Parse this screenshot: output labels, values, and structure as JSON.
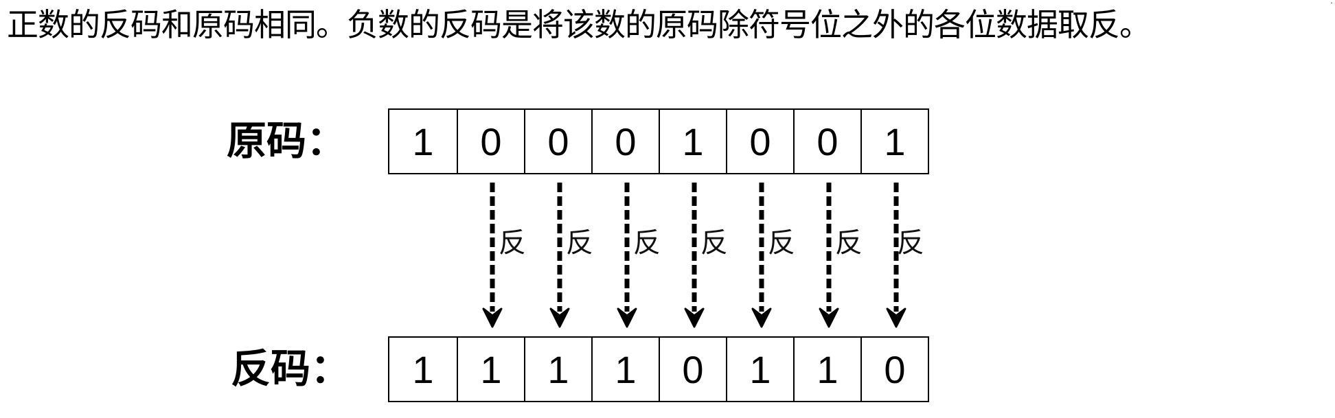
{
  "caption": "正数的反码和原码相同。负数的反码是将该数的原码除符号位之外的各位数据取反。",
  "original": {
    "label": "原码：",
    "bits": [
      "1",
      "0",
      "0",
      "0",
      "1",
      "0",
      "0",
      "1"
    ]
  },
  "ones_complement": {
    "label": "反码：",
    "bits": [
      "1",
      "1",
      "1",
      "1",
      "0",
      "1",
      "1",
      "0"
    ]
  },
  "arrows": {
    "count": 7,
    "label": "反",
    "style": "dashed",
    "from_bit_index_start": 1
  },
  "colors": {
    "line": "#000000",
    "background": "#ffffff"
  }
}
